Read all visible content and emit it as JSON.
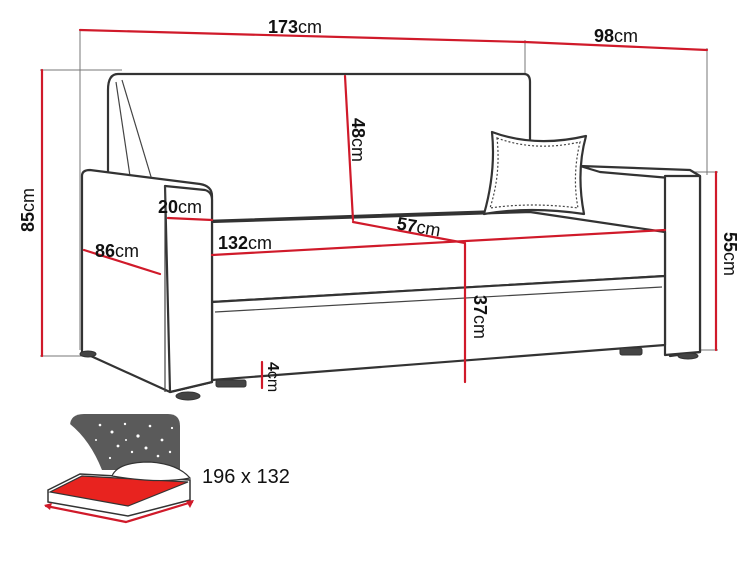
{
  "colors": {
    "outline": "#333333",
    "measure": "#d01a2a",
    "bed_surface": "#e8231f",
    "night_sky": "#5a5a5a"
  },
  "dimensions": {
    "total_width": {
      "value": "173",
      "unit": "cm"
    },
    "total_depth": {
      "value": "98",
      "unit": "cm"
    },
    "total_height": {
      "value": "85",
      "unit": "cm"
    },
    "backrest_height": {
      "value": "48",
      "unit": "cm"
    },
    "armrest_width": {
      "value": "20",
      "unit": "cm"
    },
    "armrest_depth": {
      "value": "86",
      "unit": "cm"
    },
    "seat_width": {
      "value": "132",
      "unit": "cm"
    },
    "seat_depth": {
      "value": "57",
      "unit": "cm"
    },
    "seat_height": {
      "value": "37",
      "unit": "cm"
    },
    "armrest_height": {
      "value": "55",
      "unit": "cm"
    },
    "leg_height": {
      "value": "4",
      "unit": "cm"
    }
  },
  "sleeping_area": {
    "label": "196 x 132",
    "icon": "bed-with-night-sky-icon"
  }
}
